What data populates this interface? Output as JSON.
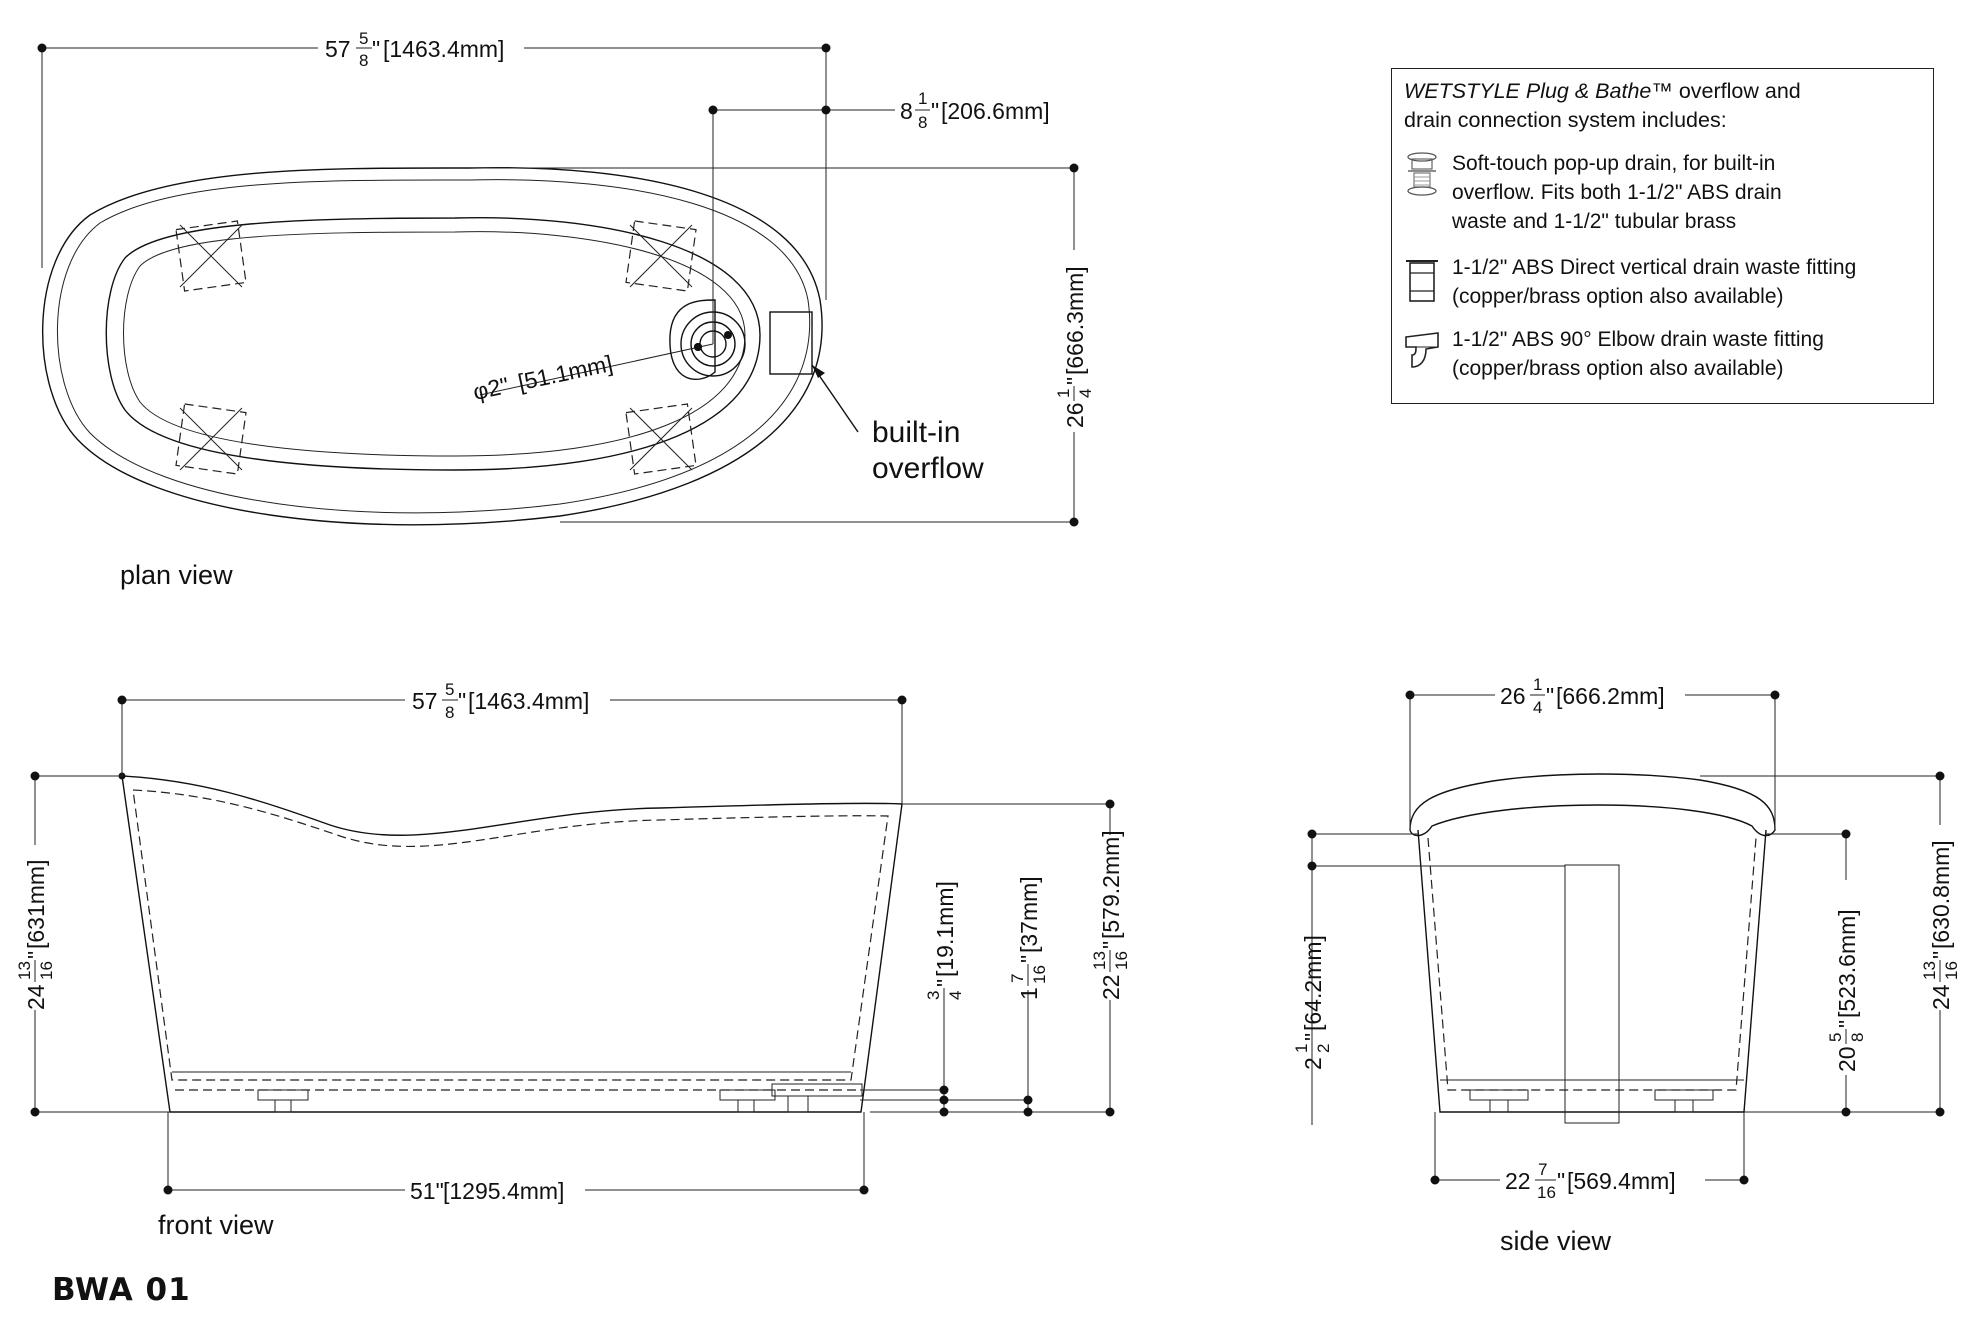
{
  "views": {
    "plan": "plan view",
    "front": "front view",
    "side": "side view"
  },
  "model_code": "BWA 01",
  "callouts": {
    "overflow_line1": "built-in",
    "overflow_line2": "overflow"
  },
  "dimensions": {
    "plan_length": {
      "whole": "57",
      "num": "5",
      "den": "8",
      "metric": "[1463.4mm]"
    },
    "plan_drain_offset": {
      "whole": "8",
      "num": "1",
      "den": "8",
      "metric": "[206.6mm]"
    },
    "plan_width": {
      "whole": "26",
      "num": "1",
      "den": "4",
      "metric": "[666.3mm]"
    },
    "drain_diameter": {
      "prefix": "φ2\"",
      "metric": "[51.1mm]"
    },
    "front_length": {
      "whole": "57",
      "num": "5",
      "den": "8",
      "metric": "[1463.4mm]"
    },
    "front_height": {
      "whole": "24",
      "num": "13",
      "den": "16",
      "metric": "[631mm]"
    },
    "front_base": {
      "text": "51\"",
      "metric": "[1295.4mm]"
    },
    "front_d1": {
      "num": "3",
      "den": "4",
      "metric": "[19.1mm]"
    },
    "front_d2": {
      "whole": "1",
      "num": "7",
      "den": "16",
      "metric": "[37mm]"
    },
    "front_d3": {
      "whole": "22",
      "num": "13",
      "den": "16",
      "metric": "[579.2mm]"
    },
    "side_width": {
      "whole": "26",
      "num": "1",
      "den": "4",
      "metric": "[666.2mm]"
    },
    "side_base": {
      "whole": "22",
      "num": "7",
      "den": "16",
      "metric": "[569.4mm]"
    },
    "side_overflow": {
      "whole": "2",
      "num": "1",
      "den": "2",
      "metric": "[64.2mm]"
    },
    "side_inner": {
      "whole": "20",
      "num": "5",
      "den": "8",
      "metric": "[523.6mm]"
    },
    "side_height": {
      "whole": "24",
      "num": "13",
      "den": "16",
      "metric": "[630.8mm]"
    }
  },
  "legend": {
    "brand": "WETSTYLE Plug & Bathe™",
    "intro_rest": " overflow  and",
    "intro_line2": "drain connection system includes:",
    "items": [
      {
        "icon": "popup-drain-icon",
        "lines": [
          "Soft-touch pop-up drain, for built-in",
          "overflow. Fits both 1-1/2\" ABS drain",
          "waste and 1-1/2\" tubular brass"
        ]
      },
      {
        "icon": "vertical-fitting-icon",
        "lines": [
          "1-1/2\" ABS Direct vertical drain waste fitting",
          "(copper/brass option also available)"
        ]
      },
      {
        "icon": "elbow-fitting-icon",
        "lines": [
          "1-1/2\" ABS 90° Elbow drain waste fitting",
          "(copper/brass option also available)"
        ]
      }
    ]
  }
}
